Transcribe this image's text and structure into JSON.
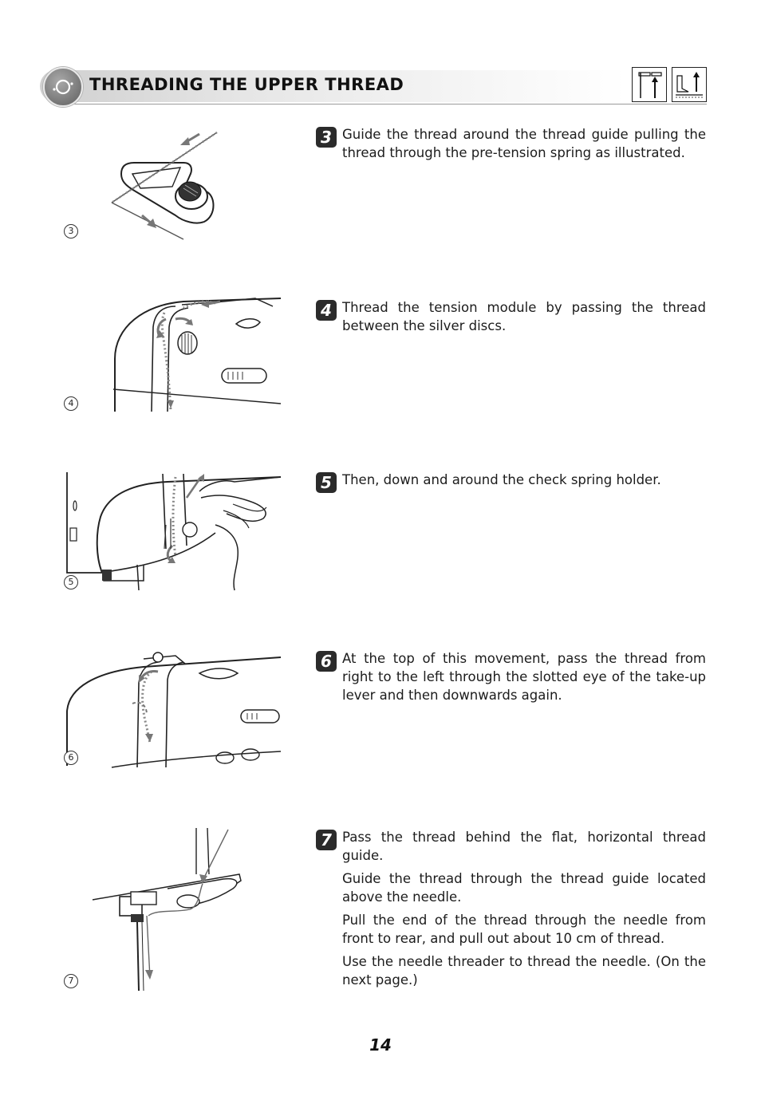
{
  "header": {
    "title": "THREADING THE UPPER THREAD",
    "badge_icon": "o-circle-icon",
    "right_icons": [
      "needle-thread-icon",
      "presser-foot-up-icon"
    ]
  },
  "steps": [
    {
      "number": "3",
      "figure_label": "3",
      "paragraphs": [
        "Guide the thread around the thread guide pulling the thread through the pre-tension spring as illustrated."
      ]
    },
    {
      "number": "4",
      "figure_label": "4",
      "paragraphs": [
        "Thread the tension module by passing the thread between the silver discs."
      ]
    },
    {
      "number": "5",
      "figure_label": "5",
      "paragraphs": [
        "Then, down and around the check spring holder."
      ]
    },
    {
      "number": "6",
      "figure_label": "6",
      "paragraphs": [
        "At the top of this movement, pass the thread from right to the left through the slotted eye of the take-up lever and then downwards again."
      ]
    },
    {
      "number": "7",
      "figure_label": "7",
      "paragraphs": [
        "Pass the thread behind the flat, horizontal thread guide.",
        "Guide the thread through the thread guide located above the needle.",
        "Pull the end of the thread through the needle from front to rear, and pull out about 10 cm of thread.",
        "Use the needle threader to thread the needle. (On the next page.)"
      ]
    }
  ],
  "page_number": "14",
  "colors": {
    "badge_bg": "#2b2b2b",
    "header_gradient_start": "#cfcfcf",
    "arrow_gray": "#7a7a7a"
  }
}
